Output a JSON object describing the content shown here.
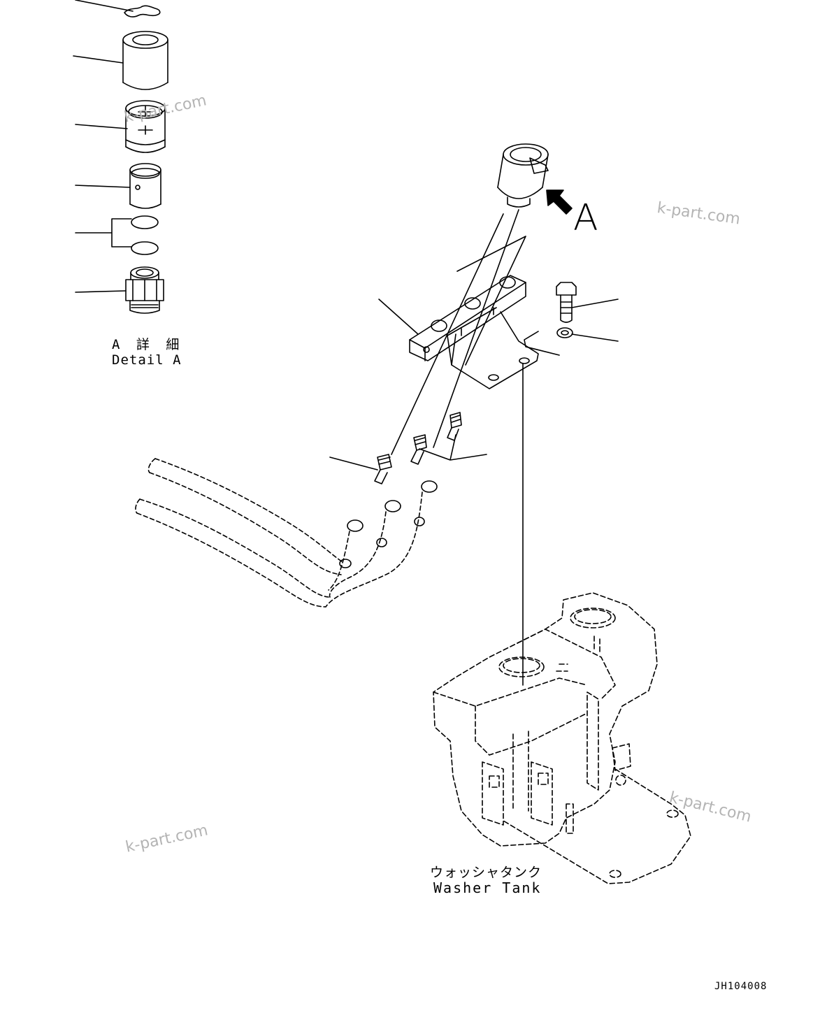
{
  "drawing": {
    "detail_label_jp": "A 詳 細",
    "detail_label_en": "Detail A",
    "view_arrow_label": "A",
    "tank_label_jp": "ウォッシャタンク",
    "tank_label_en": "Washer Tank",
    "drawing_code": "JH104008"
  },
  "watermark": {
    "text": "k-part.com",
    "color": "#b4b4b4"
  }
}
